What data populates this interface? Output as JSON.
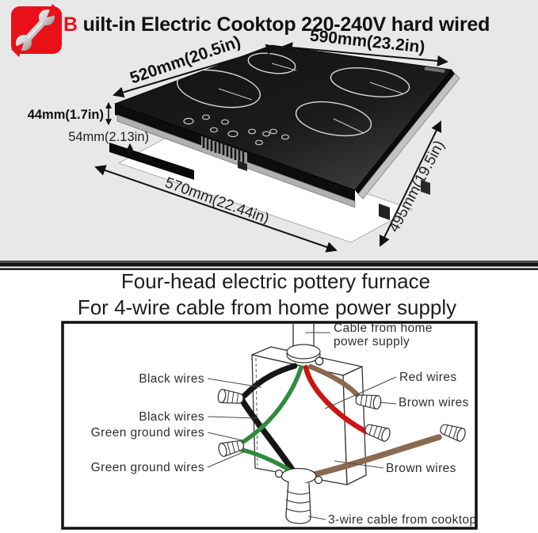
{
  "header": {
    "icon": "wrench-icon",
    "title_highlight": "B",
    "title_rest": "uilt-in Electric Cooktop 220-240V hard wired"
  },
  "hero": {
    "dimensions": {
      "top_width": "590mm(23.2in)",
      "top_depth": "520mm(20.5in)",
      "height": "44mm(1.7in)",
      "gap_height": "54mm(2.13in)",
      "cutout_width": "570mm(22.44in)",
      "cutout_depth": "495mm(19.5in)"
    }
  },
  "wiring": {
    "title_line1": "Four-head electric pottery furnace",
    "title_line2": "For 4-wire cable from home power supply",
    "labels": {
      "cable_home_1": "Cable from home",
      "cable_home_2": "power supply",
      "black_1": "Black wires",
      "black_2": "Black wires",
      "green_1": "Green ground wires",
      "green_2": "Green ground wires",
      "red_1": "Red wires",
      "brown_1": "Brown wires",
      "brown_2": "Brown wires",
      "cooktop_cable": "3-wire cable from cooktop"
    },
    "wire_colors": {
      "black": "#161616",
      "red": "#cc1414",
      "green": "#2e8b3f",
      "brown": "#8a6a50"
    }
  },
  "colors": {
    "accent_red": "#e8111a",
    "hero_bg": "#e9e8e8"
  }
}
